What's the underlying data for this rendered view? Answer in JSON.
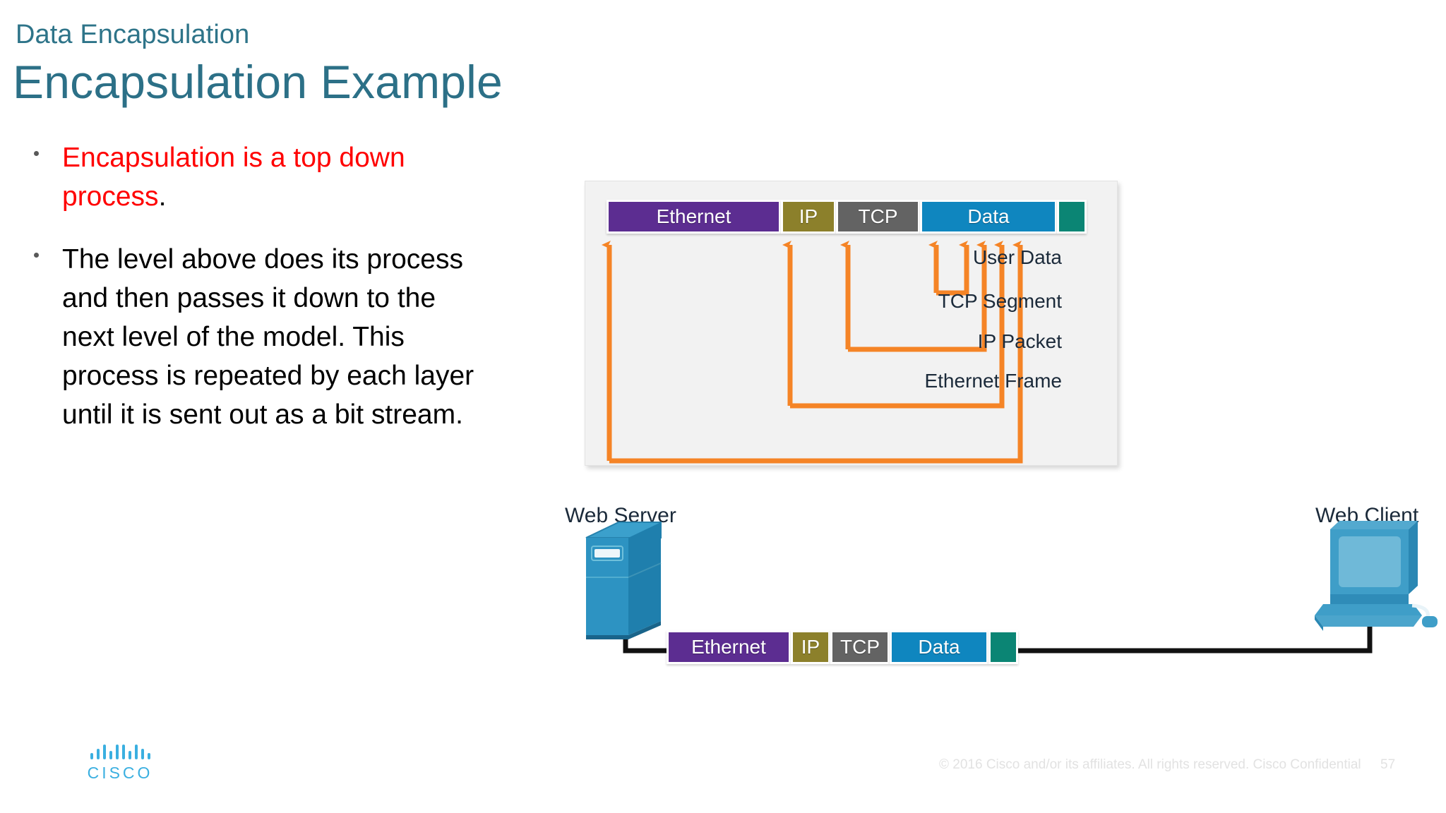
{
  "header": {
    "eyebrow": "Data Encapsulation",
    "title": "Encapsulation Example",
    "eyebrow_color": "#2e7489",
    "title_color": "#2c7087"
  },
  "bullets": [
    {
      "text": "Encapsulation is a top down process",
      "tail": ".",
      "color": "#ff0000"
    },
    {
      "text": "The level above does its process and then passes it down to the next level of the model. This process is repeated by each layer until it is sent out as a bit stream.",
      "tail": "",
      "color": "#000000"
    }
  ],
  "diagram": {
    "pdu_segments": [
      {
        "label": "Ethernet",
        "color": "#5c2d91"
      },
      {
        "label": "IP",
        "color": "#8c802b"
      },
      {
        "label": "TCP",
        "color": "#636363"
      },
      {
        "label": "Data",
        "color": "#0f86bf"
      },
      {
        "label": "",
        "color": "#0b8574"
      }
    ],
    "bracket_labels": [
      "User Data",
      "TCP Segment",
      "IP Packet",
      "Ethernet Frame"
    ],
    "bracket_color": "#f58426",
    "panel_bg": "#f2f2f2"
  },
  "network": {
    "server_label": "Web Server",
    "client_label": "Web Client",
    "link_color": "#000000",
    "device_color": "#2389b8",
    "pdu_segments": [
      {
        "label": "Ethernet",
        "color": "#5c2d91"
      },
      {
        "label": "IP",
        "color": "#8c802b"
      },
      {
        "label": "TCP",
        "color": "#636363"
      },
      {
        "label": "Data",
        "color": "#0f86bf"
      },
      {
        "label": "",
        "color": "#0b8574"
      }
    ]
  },
  "footer": {
    "logo_text": "CISCO",
    "copyright": "© 2016  Cisco and/or its affiliates. All rights reserved.   Cisco Confidential",
    "page_number": "57",
    "logo_color": "#3aafe0"
  }
}
